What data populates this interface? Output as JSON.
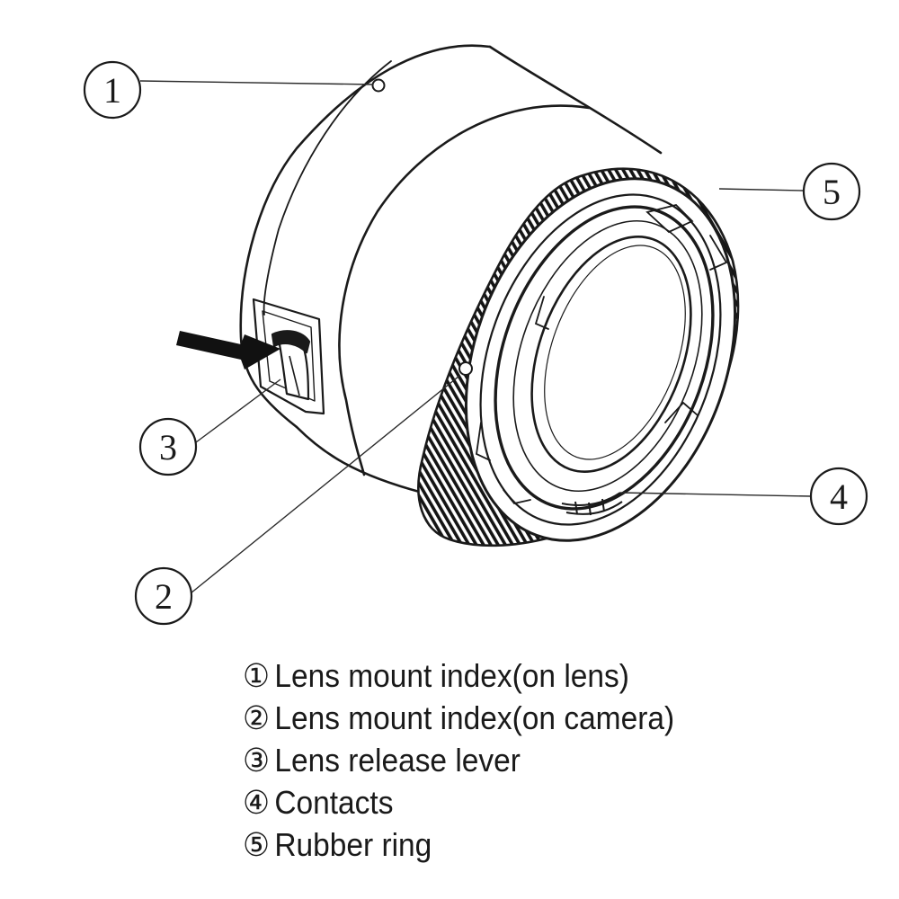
{
  "diagram": {
    "callouts": [
      {
        "id": "1",
        "number": "1"
      },
      {
        "id": "2",
        "number": "2"
      },
      {
        "id": "3",
        "number": "3"
      },
      {
        "id": "4",
        "number": "4"
      },
      {
        "id": "5",
        "number": "5"
      }
    ]
  },
  "legend": {
    "items": [
      {
        "marker": "①",
        "label": "Lens mount index(on lens)"
      },
      {
        "marker": "②",
        "label": "Lens mount index(on camera)"
      },
      {
        "marker": "③",
        "label": "Lens release lever"
      },
      {
        "marker": "④",
        "label": "Contacts"
      },
      {
        "marker": "⑤",
        "label": "Rubber ring"
      }
    ]
  }
}
